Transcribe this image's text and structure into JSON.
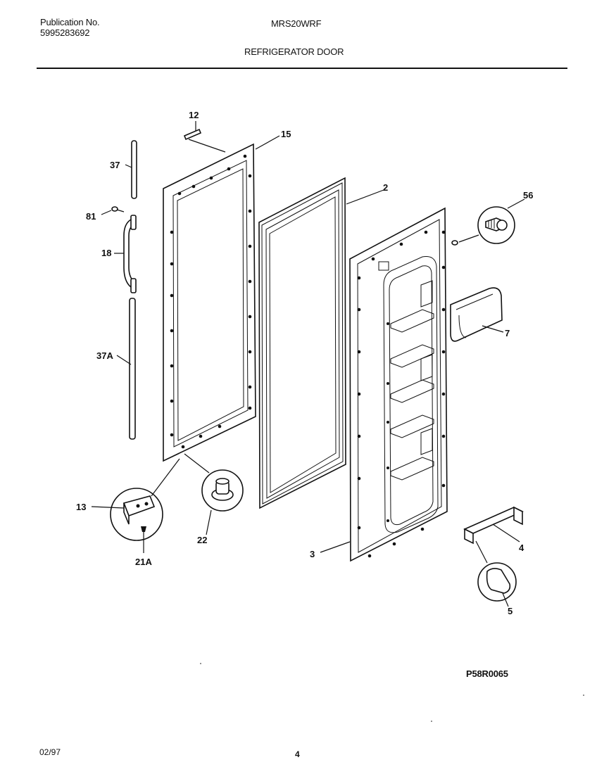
{
  "header": {
    "publication_label": "Publication No.",
    "publication_number": "5995283692",
    "model": "MRS20WRF",
    "section_title": "REFRIGERATOR DOOR"
  },
  "callouts": {
    "c12": "12",
    "c15": "15",
    "c37": "37",
    "c81": "81",
    "c18": "18",
    "c37a": "37A",
    "c2": "2",
    "c56": "56",
    "c7": "7",
    "c13": "13",
    "c21a": "21A",
    "c22": "22",
    "c3": "3",
    "c4": "4",
    "c5": "5"
  },
  "diagram_code": "P58R0065",
  "footer": {
    "date": "02/97",
    "page_number": "4"
  }
}
